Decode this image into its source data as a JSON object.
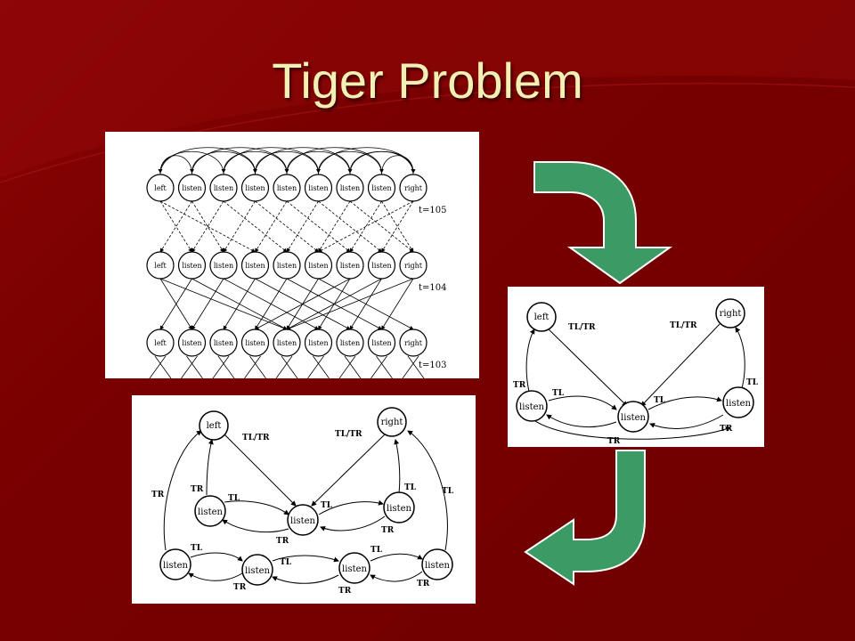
{
  "slide": {
    "title": "Tiger Problem",
    "colors": {
      "background": "#7a0000",
      "title": "#f3f0b6",
      "arrow": "#3c9a65",
      "arrow_outline": "#ffffff"
    }
  },
  "trellis": {
    "row_nodes": [
      "left",
      "listen",
      "listen",
      "listen",
      "listen",
      "listen",
      "listen",
      "listen",
      "right"
    ],
    "time_labels": [
      "t=105",
      "t=104",
      "t=103"
    ]
  },
  "small_graph": {
    "nodes": {
      "left": "left",
      "right": "right",
      "listen_left": "listen",
      "listen_center": "listen",
      "listen_right": "listen"
    },
    "edge_labels": {
      "left_tltr": "TL/TR",
      "right_tltr": "TL/TR",
      "tr_left": "TR",
      "tl_left": "TL",
      "tl_right_top": "TL",
      "tl_right_mid": "TL",
      "tr_right_bot": "TR",
      "tr_bottom": "TR"
    }
  },
  "large_graph": {
    "nodes": {
      "left": "left",
      "right": "right",
      "listen_ml": "listen",
      "listen_center": "listen",
      "listen_mr": "listen",
      "listen_bl": "listen",
      "listen_bcl": "listen",
      "listen_bcr": "listen",
      "listen_br": "listen"
    },
    "edge_labels": {
      "left_tltr": "TL/TR",
      "right_tltr": "TL/TR",
      "tr_outer": "TR",
      "tr_inner": "TR",
      "tl_ml": "TL",
      "tr_center": "TR",
      "tl_center_r": "TL",
      "tr_mr": "TR",
      "tl_mr_top": "TL",
      "tl_outer_r": "TL",
      "tl_bl": "TL",
      "tr_bl": "TR",
      "tl_bc": "TL",
      "tr_bc": "TR",
      "tl_br": "TL",
      "tr_br": "TR"
    }
  }
}
